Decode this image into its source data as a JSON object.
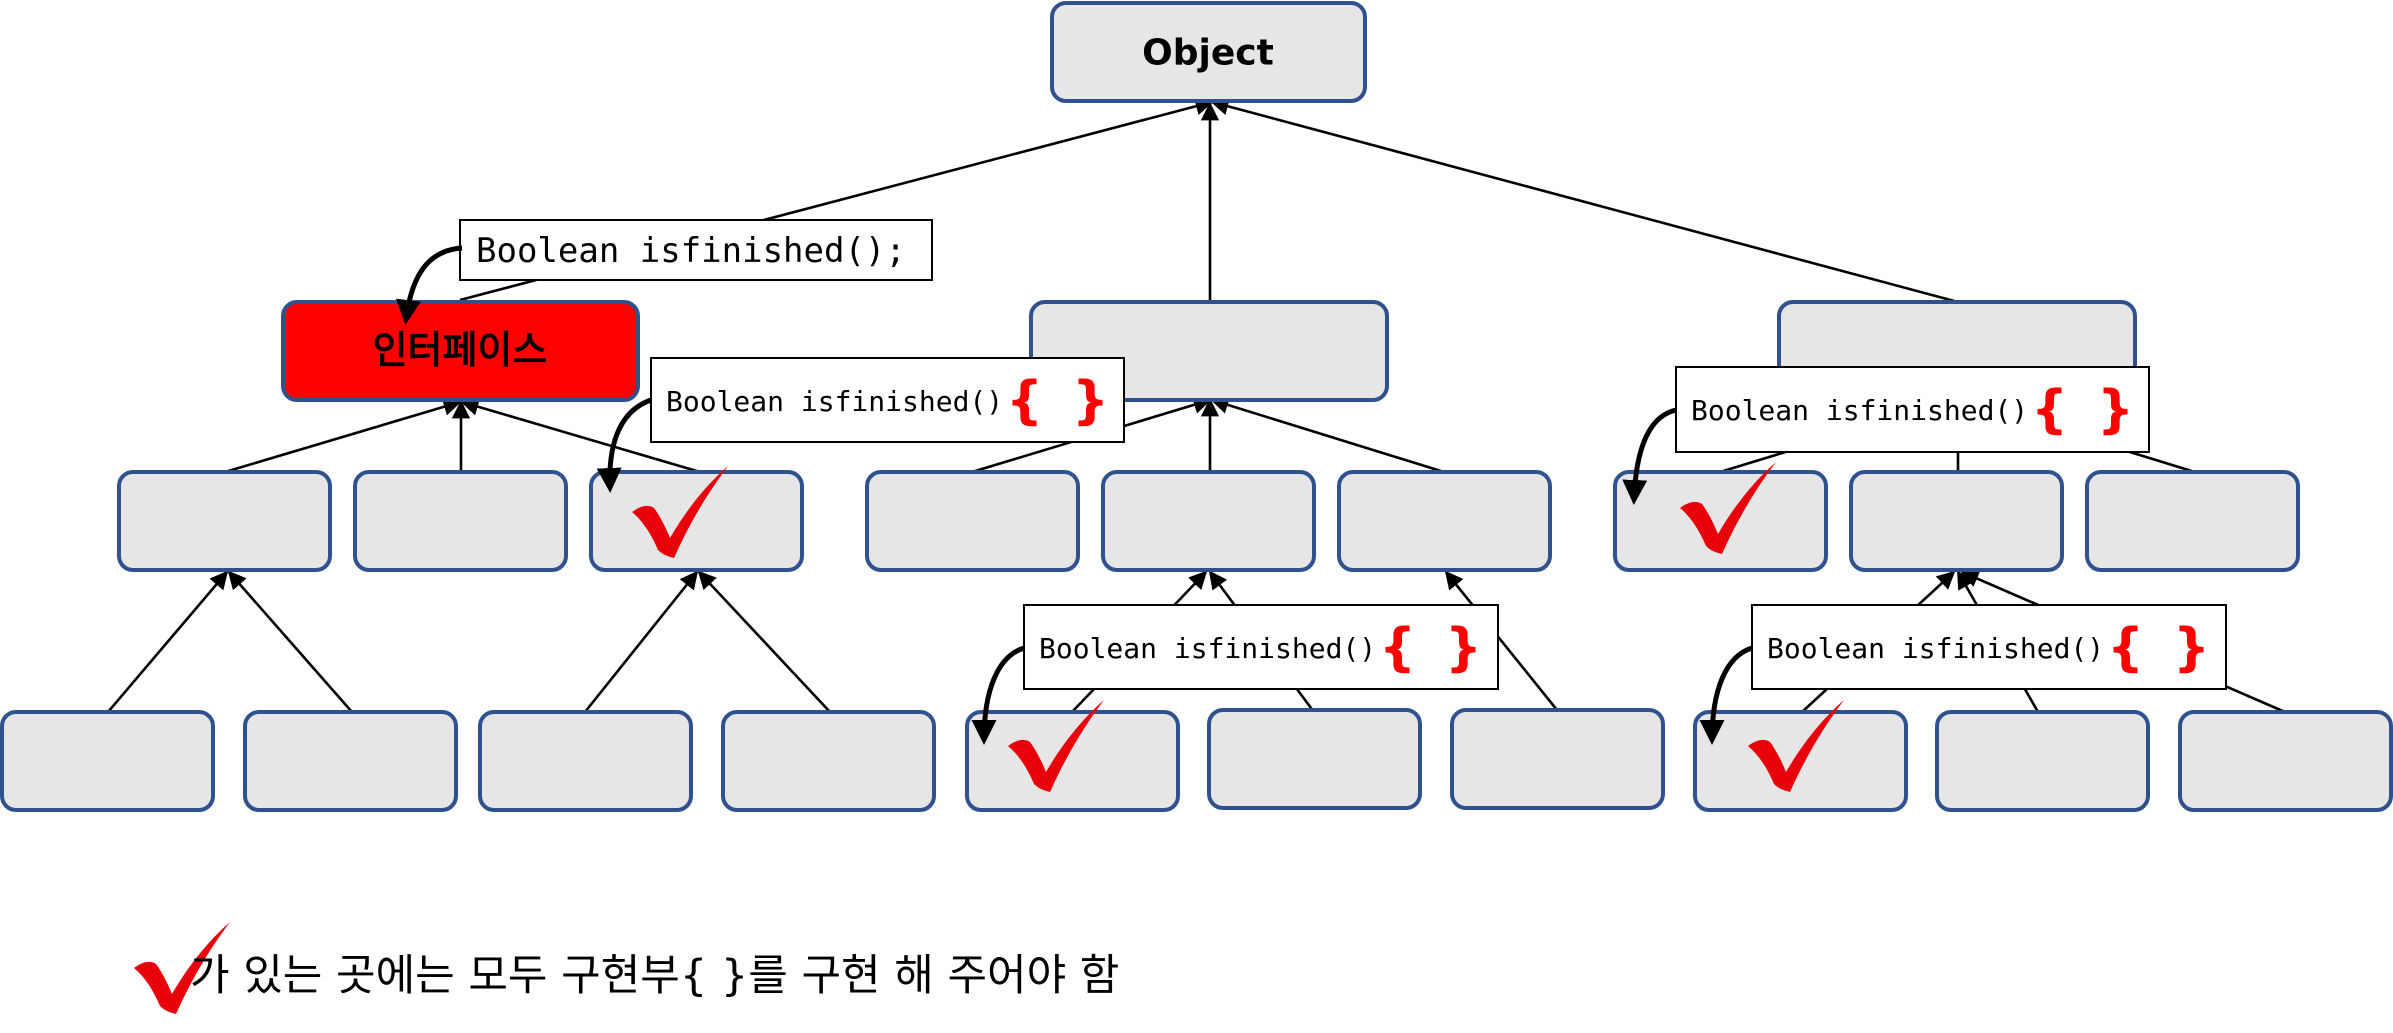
{
  "root": {
    "label": "Object"
  },
  "interface": {
    "label": "인터페이스",
    "fill": "#ff0000"
  },
  "callouts": {
    "abstract_method": "Boolean isfinished();",
    "implemented_method": "Boolean isfinished()",
    "brace_open": "{",
    "brace_close": "}"
  },
  "legend": {
    "text": "가 있는 곳에는 모두 구현부{ }를 구현 해 주어야 함"
  },
  "colors": {
    "node_fill": "#e6e6e6",
    "node_border": "#2f528f",
    "check": "#e8000b",
    "brace": "#ff0000"
  }
}
